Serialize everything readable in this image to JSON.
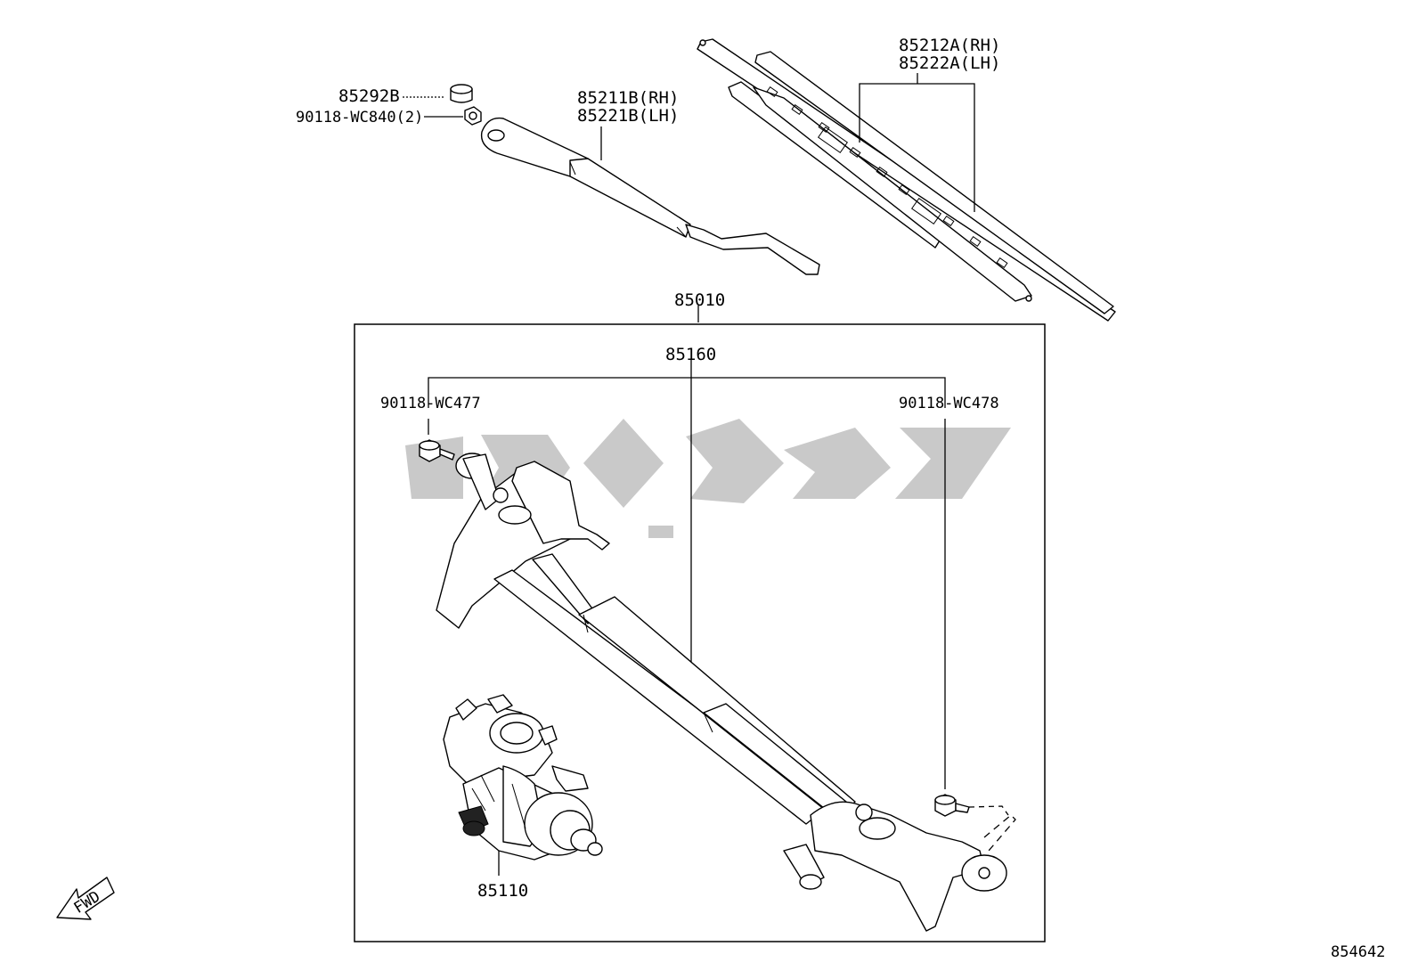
{
  "parts": {
    "wiper_blade": [
      "85212A(RH)",
      "85222A(LH)"
    ],
    "wiper_arm": [
      "85211B(RH)",
      "85221B(LH)"
    ],
    "cap": "85292B",
    "nut": "90118-WC840(2)",
    "assembly": "85010",
    "link": "85160",
    "bolt_left": "90118-WC477",
    "bolt_right": "90118-WC478",
    "motor": "85110"
  },
  "fwd_label": "FWD",
  "illustration_id": "854642"
}
